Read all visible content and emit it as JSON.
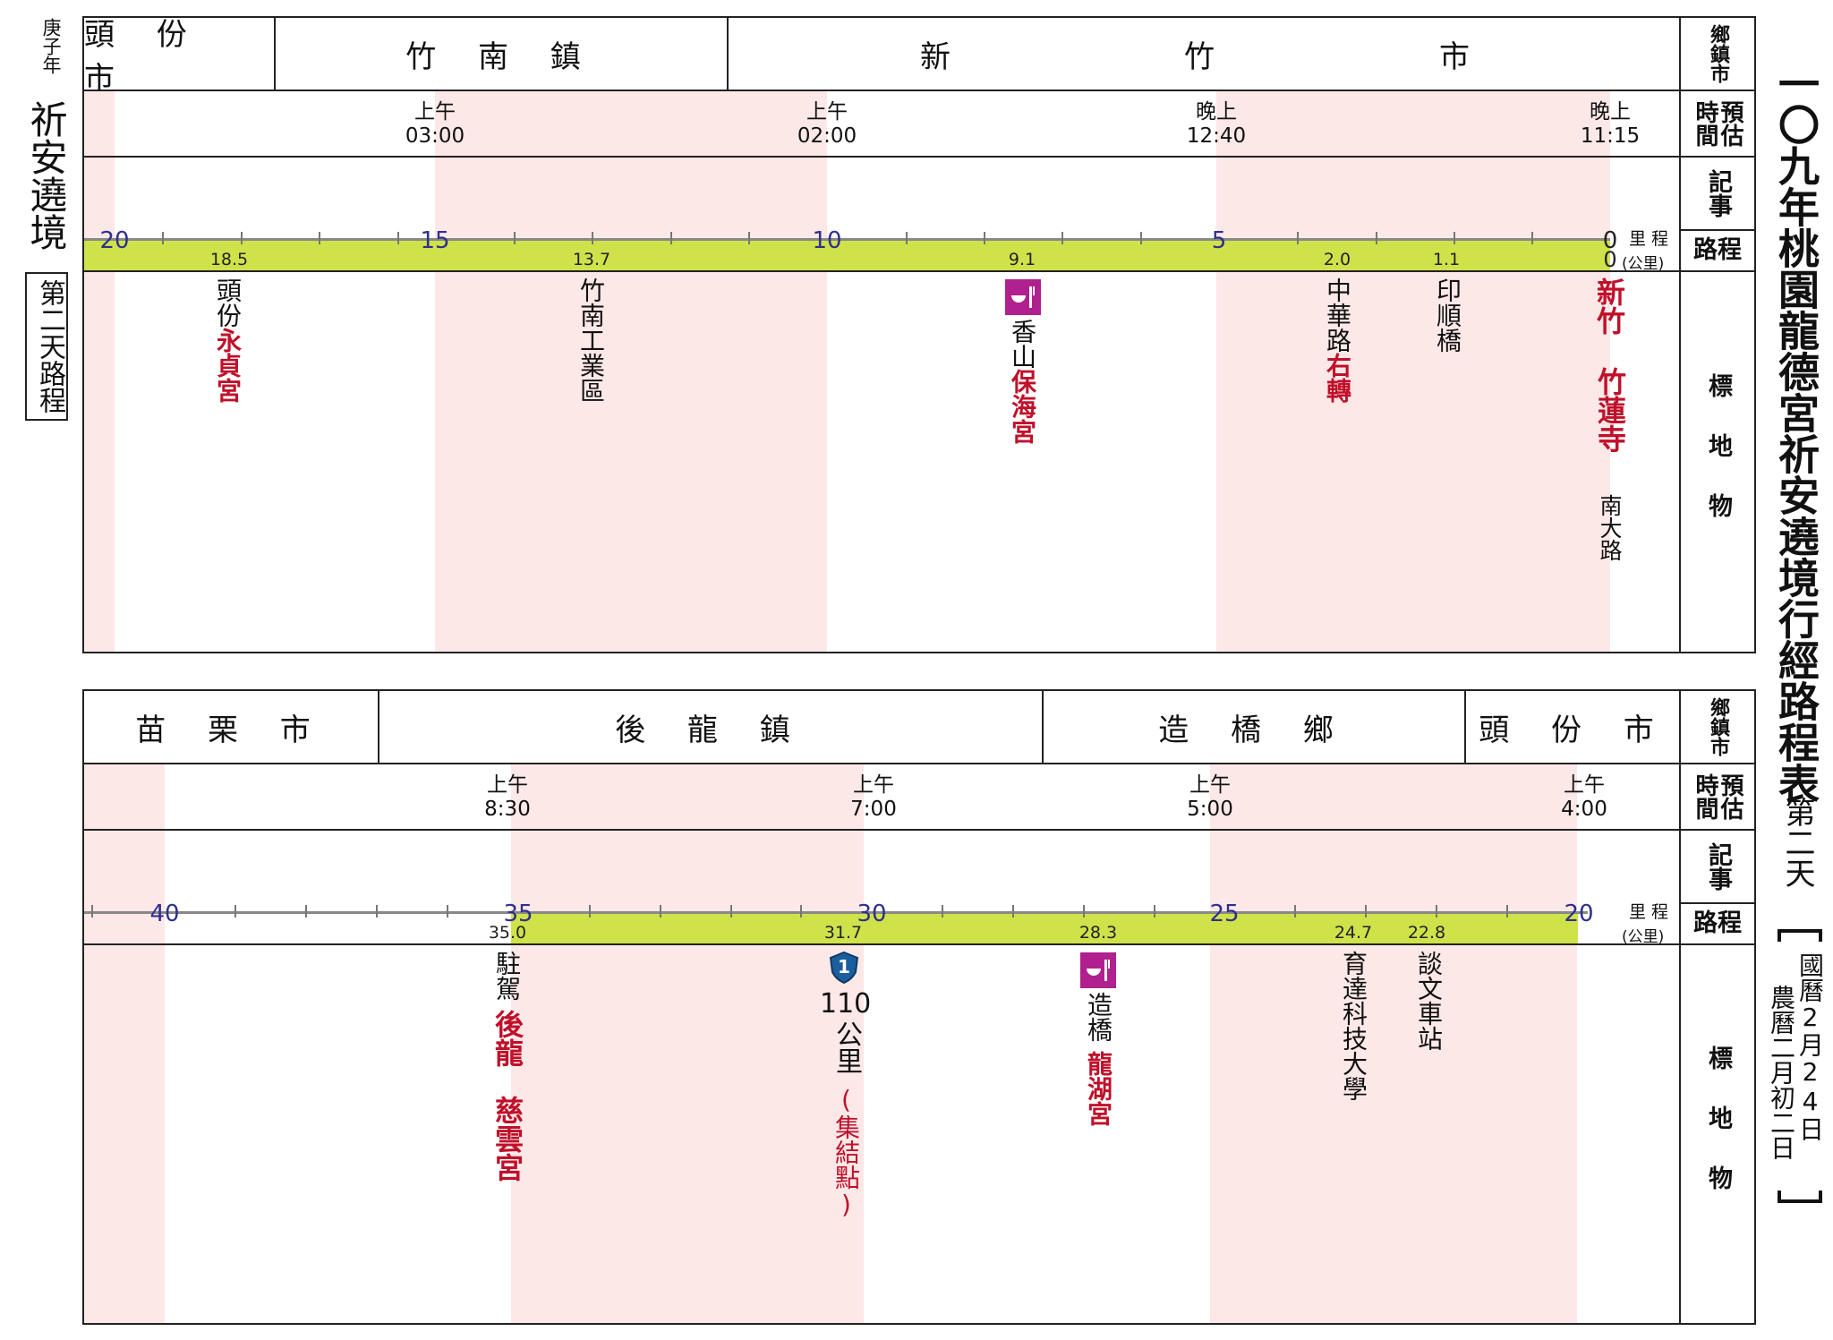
{
  "left_margin": {
    "year": "庚子年",
    "title": "祈安遶境",
    "day": "第二天路程"
  },
  "right_margin": {
    "title": "一〇九年桃園龍德宮祈安遶境行經路程表",
    "day": "第二天",
    "date_solar": "國曆2月24日",
    "date_lunar": "農曆二月初二日"
  },
  "row_labels": {
    "town": "鄉鎮市",
    "time": "預估時間",
    "note": "記事",
    "route": "路程",
    "mileage": "里程",
    "unit": "(公里)",
    "landmark": "標地物"
  },
  "top": {
    "towns": [
      "頭 份 市",
      "竹 南 鎮",
      "新",
      "竹",
      "市"
    ],
    "times": [
      {
        "label": "上午",
        "time": "03:00"
      },
      {
        "label": "上午",
        "time": "02:00"
      },
      {
        "label": "晚上",
        "time": "12:40"
      },
      {
        "label": "晚上",
        "time": "11:15"
      }
    ],
    "km_marks": [
      "20",
      "15",
      "10",
      "5",
      "0"
    ],
    "points": [
      "18.5",
      "13.7",
      "9.1",
      "2.0",
      "1.1",
      "0"
    ],
    "landmarks": [
      {
        "a": "頭份",
        "b": "永貞宮"
      },
      {
        "a": "竹南工業區",
        "b": ""
      },
      {
        "a": "香山",
        "b": "保海宮"
      },
      {
        "a": "中華路",
        "b": "右轉"
      },
      {
        "a": "印順橋",
        "b": ""
      },
      {
        "a": "新竹",
        "b": "竹蓮寺",
        "c": "南大路"
      }
    ]
  },
  "bottom": {
    "towns": [
      "苗 栗 市",
      "後 龍 鎮",
      "造 橋 鄉",
      "頭 份 市"
    ],
    "times": [
      {
        "label": "上午",
        "time": "8:30"
      },
      {
        "label": "上午",
        "time": "7:00"
      },
      {
        "label": "上午",
        "time": "5:00"
      },
      {
        "label": "上午",
        "time": "4:00"
      }
    ],
    "km_marks": [
      "40",
      "35",
      "30",
      "25",
      "20"
    ],
    "points": [
      "35.0",
      "31.7",
      "28.3",
      "24.7",
      "22.8"
    ],
    "landmarks": [
      {
        "a": "駐駕",
        "b": "後龍",
        "c": "慈雲宮"
      },
      {
        "a": "110",
        "b": "公里",
        "c": "(集結點)"
      },
      {
        "a": "造橋",
        "b": "龍湖宮"
      },
      {
        "a": "育達科技大學",
        "b": ""
      },
      {
        "a": "談文車站",
        "b": ""
      }
    ],
    "highway_number": "1"
  }
}
